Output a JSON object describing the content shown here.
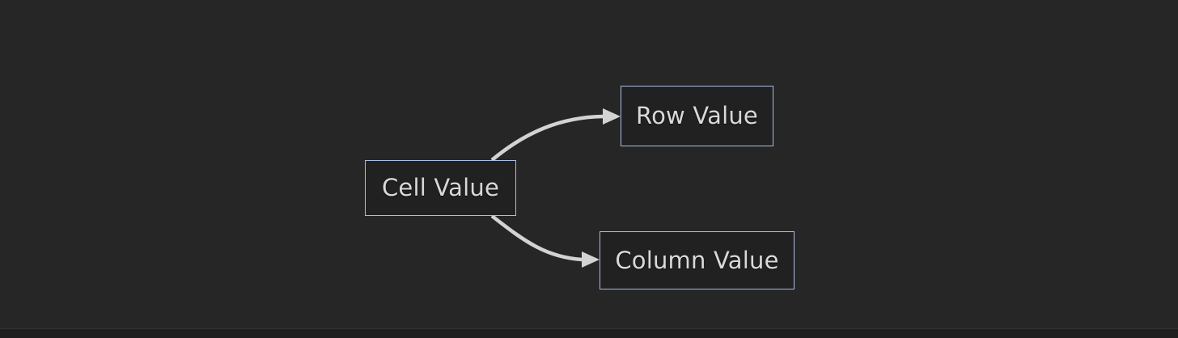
{
  "diagram": {
    "type": "flowchart",
    "direction": "left-to-right",
    "background_color": "#262626",
    "node_fill_color": "#212121",
    "node_border_color": "#a9bce3",
    "node_text_color": "#d9d9d9",
    "edge_color": "#d3d3d3",
    "nodes": [
      {
        "id": "cell",
        "label": "Cell Value"
      },
      {
        "id": "row",
        "label": "Row Value"
      },
      {
        "id": "column",
        "label": "Column Value"
      }
    ],
    "edges": [
      {
        "from": "cell",
        "to": "row",
        "label": "",
        "arrow": "triangle"
      },
      {
        "from": "cell",
        "to": "column",
        "label": "",
        "arrow": "triangle"
      }
    ]
  }
}
